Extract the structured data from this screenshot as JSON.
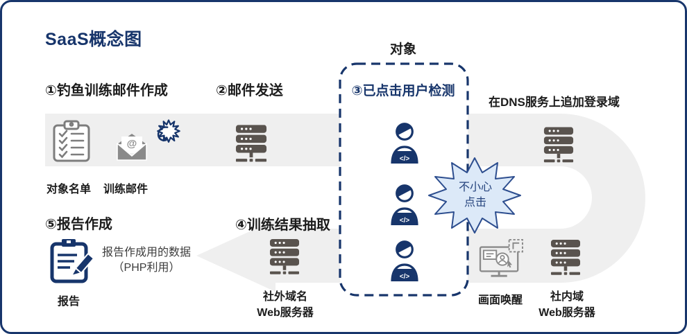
{
  "title": "SaaS概念图",
  "flow": {
    "target_label": "对象",
    "steps": {
      "step1": "①钓鱼训练邮件作成",
      "step2": "②邮件发送",
      "step3": "③已点击用户检测",
      "step4": "④训练结果抽取",
      "step5": "⑤报告作成"
    },
    "dns_note": "在DNS服务上追加登录域",
    "burst": {
      "line1": "不小心",
      "line2": "点击"
    }
  },
  "labels": {
    "target_list": "对象名单",
    "training_mail": "训练邮件",
    "report": "报告",
    "report_data_line1": "报告作成用的数据",
    "report_data_line2": "（PHP利用）",
    "external_web_line1": "社外域名",
    "external_web_line2": "Web服务器",
    "screen_wake": "画面唤醒",
    "internal_web_line1": "社内域",
    "internal_web_line2": "Web服务器"
  },
  "icons": {
    "clipboard_checklist": "clipboard-checklist-icon",
    "open_mail": "open-mail-at-icon",
    "phishing_hook_burst": "phishing-hook-burst-icon",
    "server": "server-icon",
    "user_laptop": "user-laptop-icon",
    "report_pencil": "report-pencil-icon",
    "monitor_wake": "monitor-wake-icon",
    "laptop_code_glyph": "</>",
    "at_glyph": "@"
  },
  "colors": {
    "navy": "#17356b",
    "text_black": "#1c1c1c",
    "band_gray": "#efefef",
    "server_gray": "#59534e",
    "outline_gray": "#8a8a8a",
    "burst_fill": "#dce9f8",
    "burst_stroke": "#2d4e8f"
  }
}
